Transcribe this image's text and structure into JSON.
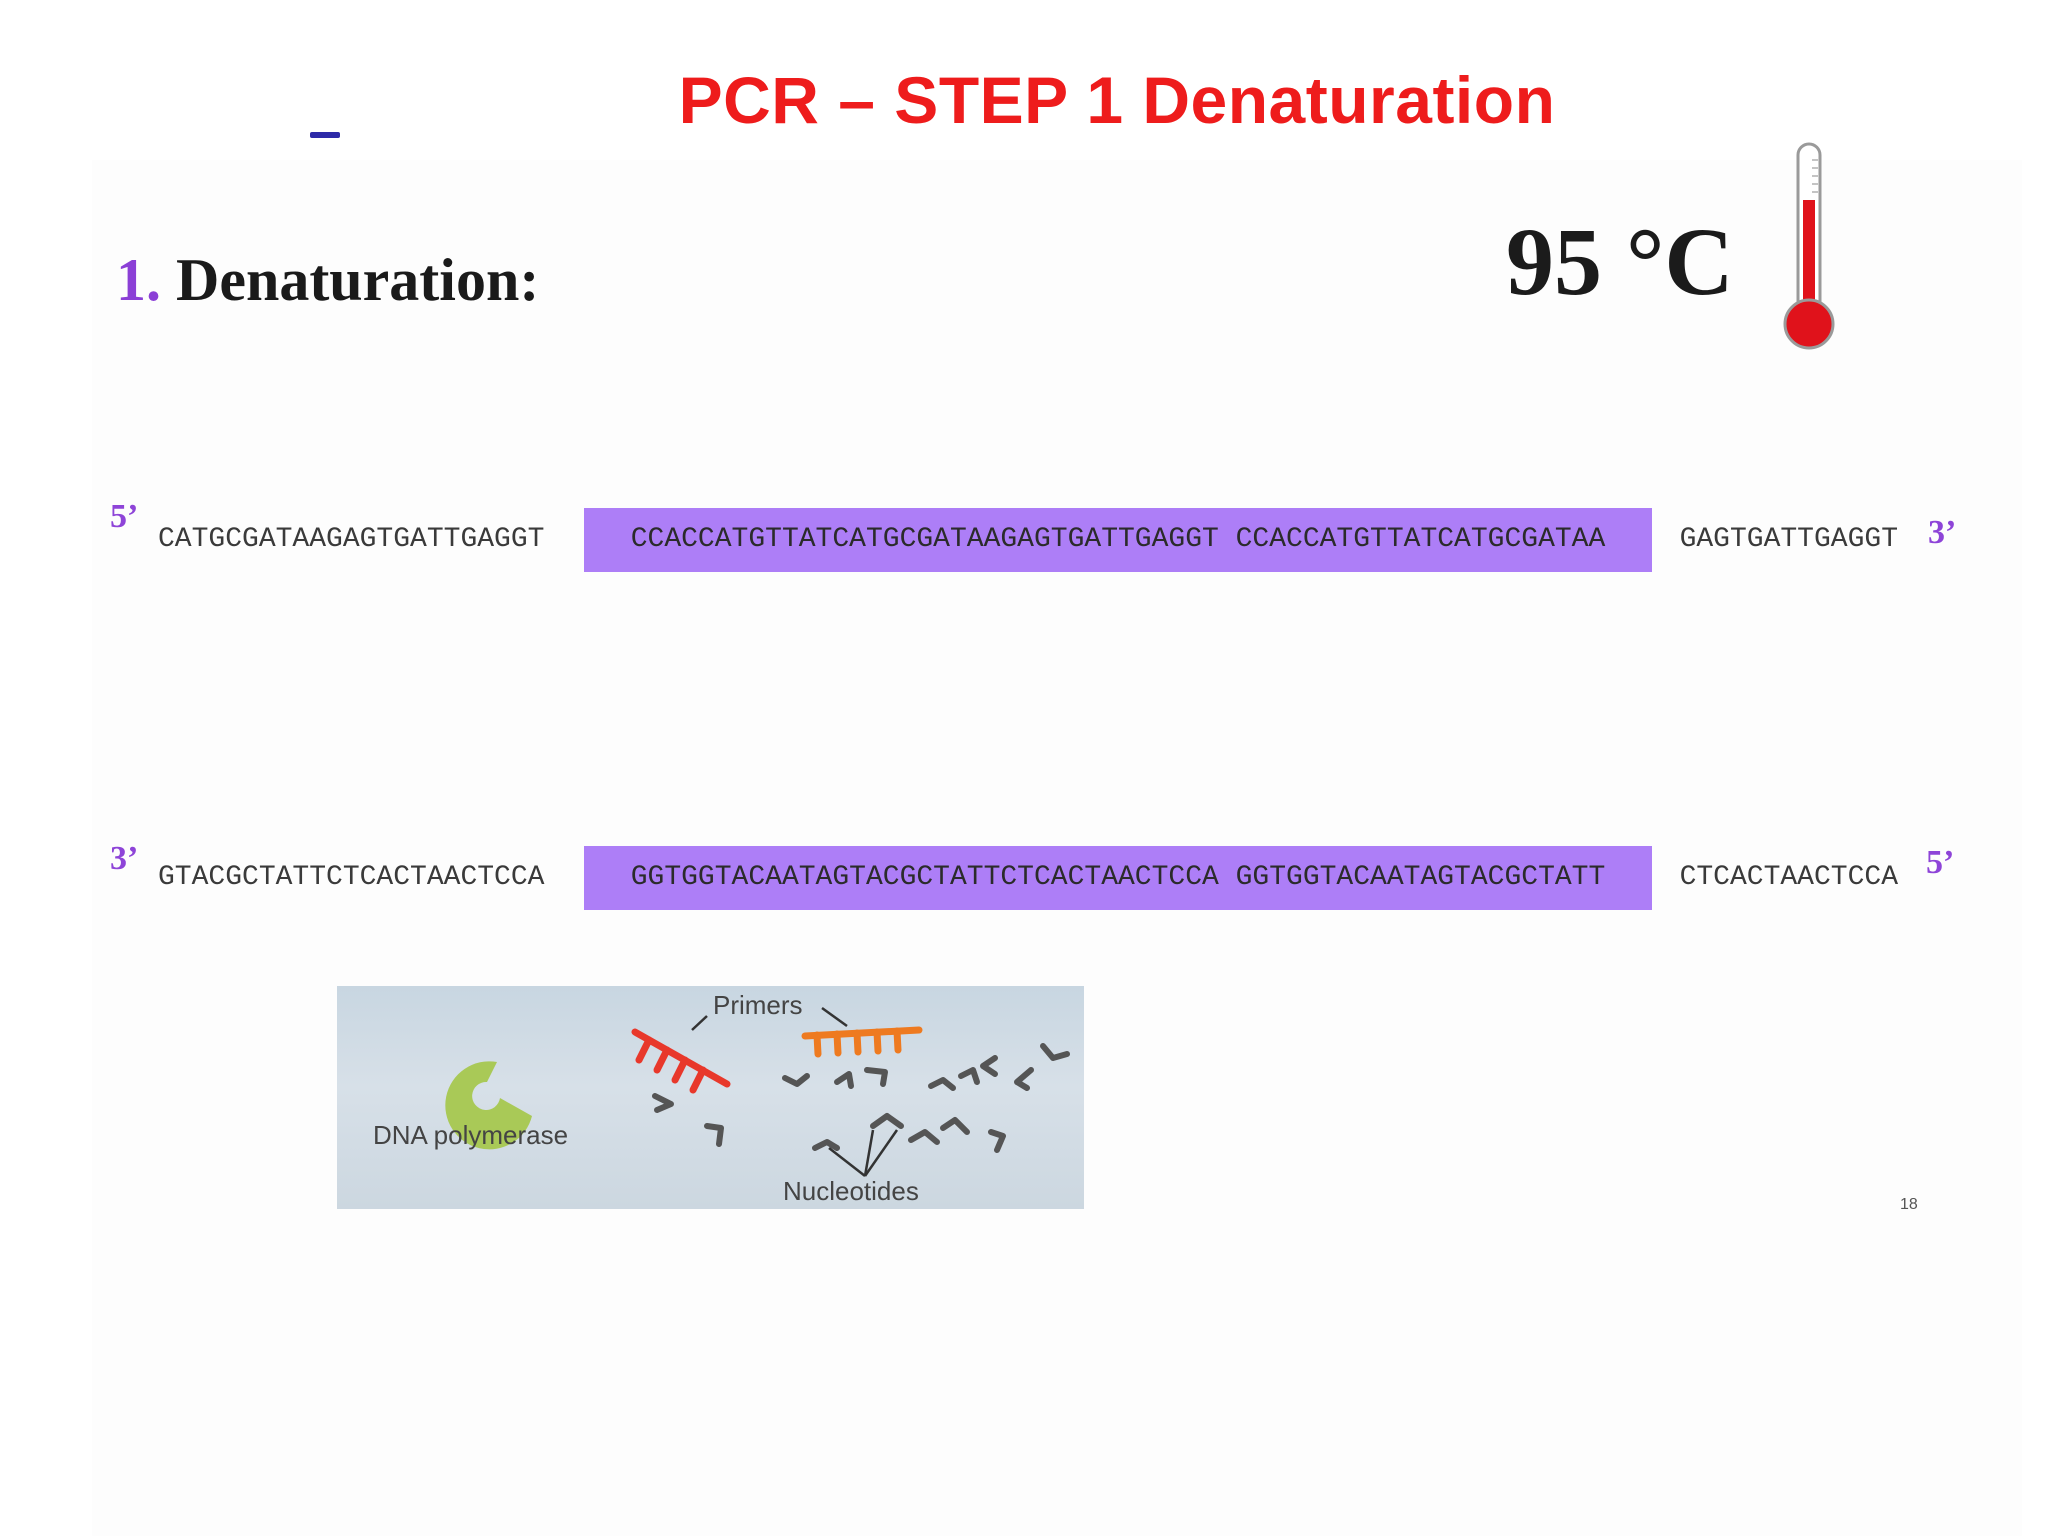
{
  "title": "PCR – STEP 1 Denaturation",
  "step": {
    "number": "1.",
    "label": "Denaturation:"
  },
  "temperature": "95 °C",
  "strand_top": {
    "left_end": "5’",
    "right_end": "3’",
    "seq_left": "CATGCGATAAGAGTGATTGAGGT",
    "seq_highlight": "CCACCATGTTATCATGCGATAAGAGTGATTGAGGT CCACCATGTTATCATGCGATAA",
    "seq_right": "GAGTGATTGAGGT"
  },
  "strand_bottom": {
    "left_end": "3’",
    "right_end": "5’",
    "seq_left": "GTACGCTATTCTCACTAACTCCA",
    "seq_highlight": "GGTGGTACAATAGTACGCTATTCTCACTAACTCCA GGTGGTACAATAGTACGCTATT",
    "seq_right": "CTCACTAACTCCA"
  },
  "figure": {
    "primers_label": "Primers",
    "polymerase_label": "DNA polymerase",
    "nucleotides_label": "Nucleotides"
  },
  "page_number": "18",
  "colors": {
    "title": "#ee1c1c",
    "highlight": "#ad7ef7",
    "end_labels": "#8e44d8",
    "polymerase": "#a9c957",
    "primer_red": "#e8382b",
    "primer_orange": "#ee7a20"
  }
}
